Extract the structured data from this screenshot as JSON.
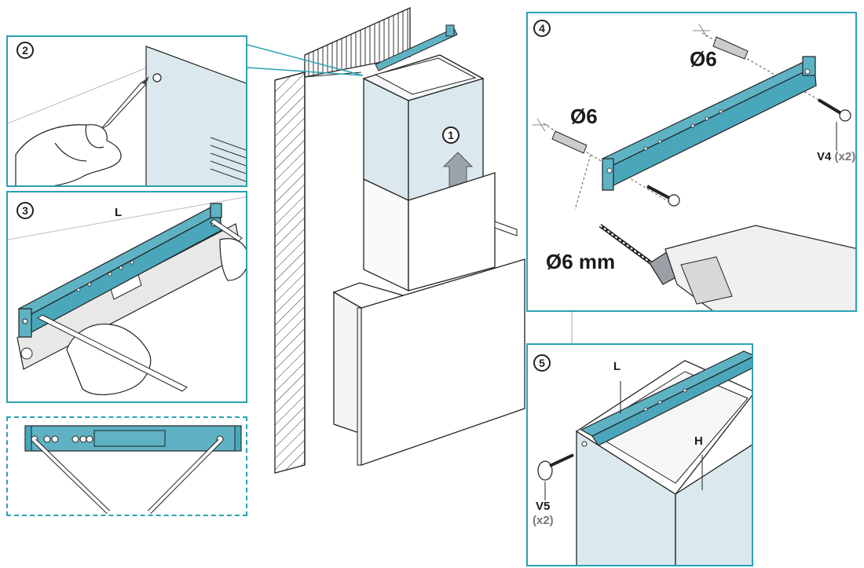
{
  "steps": {
    "s1": "1",
    "s2": "2",
    "s3": "3",
    "s4": "4",
    "s5": "5"
  },
  "labels": {
    "step3_part": "L",
    "step4_hole_top": "Ø6",
    "step4_hole_left": "Ø6",
    "step4_screw_name": "V4",
    "step4_screw_qty": "(x2)",
    "step4_drill": "Ø6 mm",
    "step5_part_l": "L",
    "step5_part_h": "H",
    "step5_screw_name": "V5",
    "step5_screw_qty": "(x2)"
  },
  "colors": {
    "accent": "#2aa1b2",
    "bracket": "#5fb2c4",
    "panel_fill": "#dbe9ef",
    "line": "#222222"
  },
  "icons": [
    "arrow-up-icon",
    "drill-icon",
    "wall-plug-icon",
    "screw-icon",
    "spirit-level-icon",
    "pencil-icon",
    "hand-icon"
  ]
}
